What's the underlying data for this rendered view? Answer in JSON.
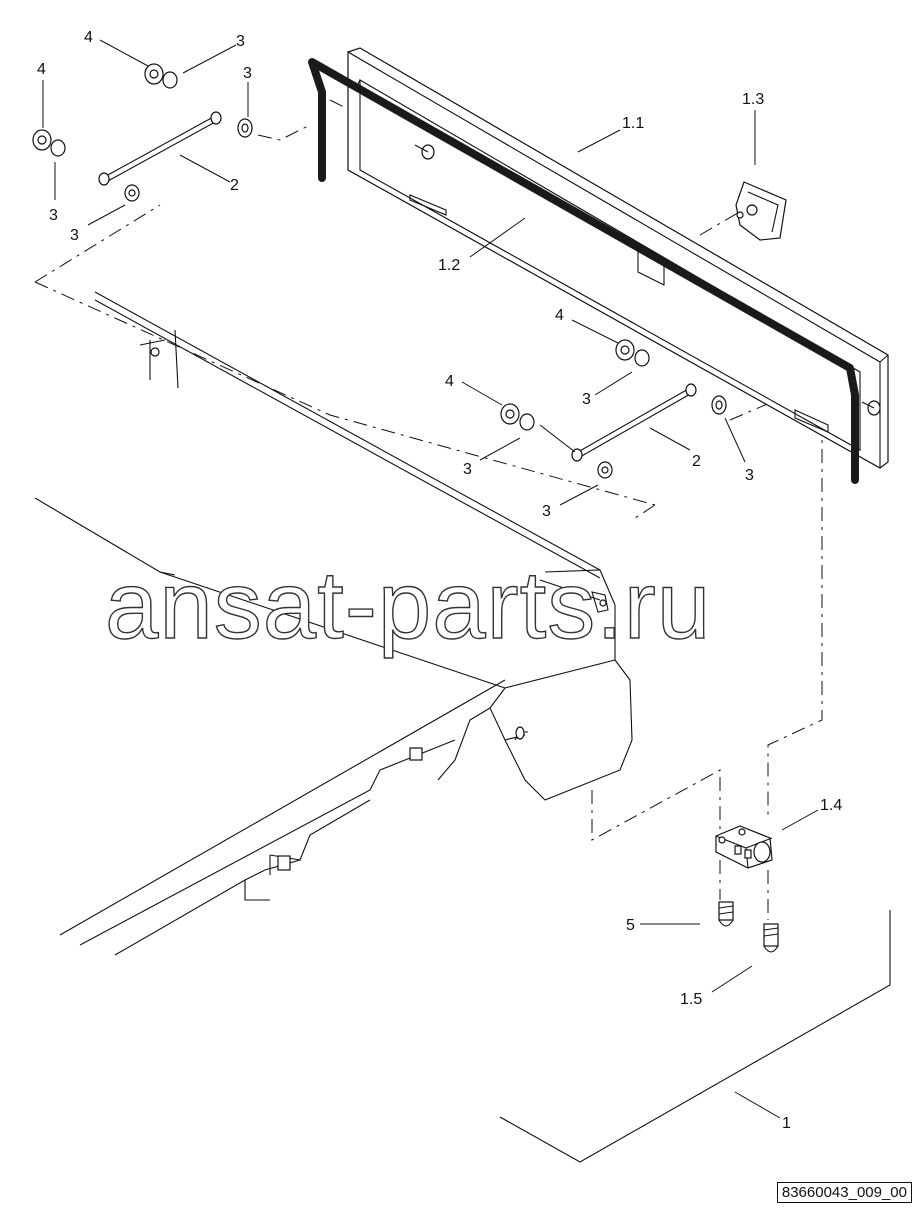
{
  "labels": {
    "l4_top_a": "4",
    "l3_top_a": "3",
    "l4_top_b": "4",
    "l3_top_b": "3",
    "l2_top": "2",
    "l3_left_a": "3",
    "l3_left_b": "3",
    "l1_1": "1.1",
    "l1_2": "1.2",
    "l1_3": "1.3",
    "l4_mid_a": "4",
    "l3_mid_a": "3",
    "l4_mid_b": "4",
    "l3_mid_b": "3",
    "l2_mid": "2",
    "l3_mid_c": "3",
    "l3_mid_d": "3",
    "l1_4": "1.4",
    "l5": "5",
    "l1_5": "1.5",
    "l1": "1"
  },
  "watermark": "ansat-parts.ru",
  "drawing_ref": "83660043_009_00"
}
